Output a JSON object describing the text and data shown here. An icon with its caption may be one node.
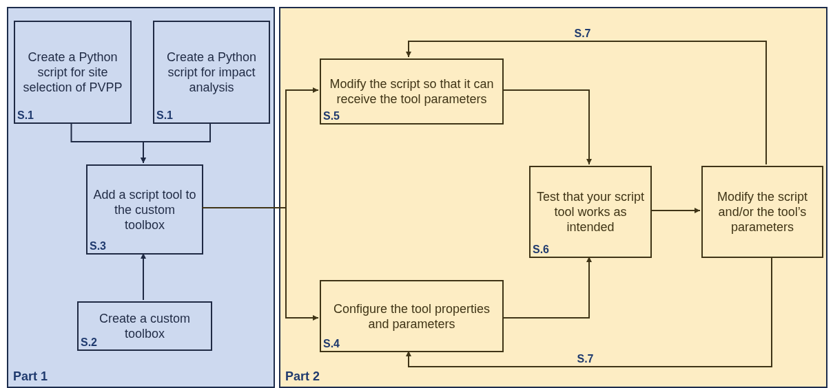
{
  "diagram": {
    "nodes": [
      {
        "text": [
          "Part 1"
        ]
      },
      {
        "text": [
          "Part 2"
        ]
      },
      {
        "text": [
          "Create a Python script for site selection of PVPP",
          "S.1"
        ],
        "in": 0
      },
      {
        "text": [
          "Create a Python script for impact analysis",
          "S.1"
        ],
        "in": 0
      },
      {
        "text": [
          "Add a script tool to the custom toolbox",
          "S.3"
        ],
        "in": 0
      },
      {
        "text": [
          "Create a custom toolbox",
          "S.2"
        ],
        "in": 0
      },
      {
        "text": [
          "Modify the script so that it can receive the tool parameters",
          "S.5"
        ],
        "in": 1
      },
      {
        "text": [
          "Configure the tool properties and parameters",
          "S.4"
        ],
        "in": 1
      },
      {
        "text": [
          "Test that your script tool works as intended",
          "S.6"
        ],
        "in": 1
      },
      {
        "text": [
          "Modify the script and/or the tool’s parameters"
        ],
        "in": 1
      }
    ],
    "edges": [
      {
        "from": 2,
        "to": 4,
        "arrow": "to",
        "color": "#1f2a44"
      },
      {
        "from": 3,
        "to": 4,
        "arrow": "to",
        "color": "#1f2a44"
      },
      {
        "from": 5,
        "to": 4,
        "arrow": "to",
        "color": "#1f2a44"
      },
      {
        "from": 4,
        "to": 6,
        "arrow": "to"
      },
      {
        "from": 4,
        "to": 7,
        "arrow": "to"
      },
      {
        "from": 6,
        "to": 8,
        "arrow": "to"
      },
      {
        "from": 7,
        "to": 8,
        "arrow": "to"
      },
      {
        "from": 8,
        "to": 9,
        "arrow": "to"
      },
      {
        "from": 9,
        "to": 6,
        "arrow": "to",
        "label": "S.7"
      },
      {
        "from": 9,
        "to": 7,
        "arrow": "to",
        "label": "S.7"
      }
    ]
  }
}
